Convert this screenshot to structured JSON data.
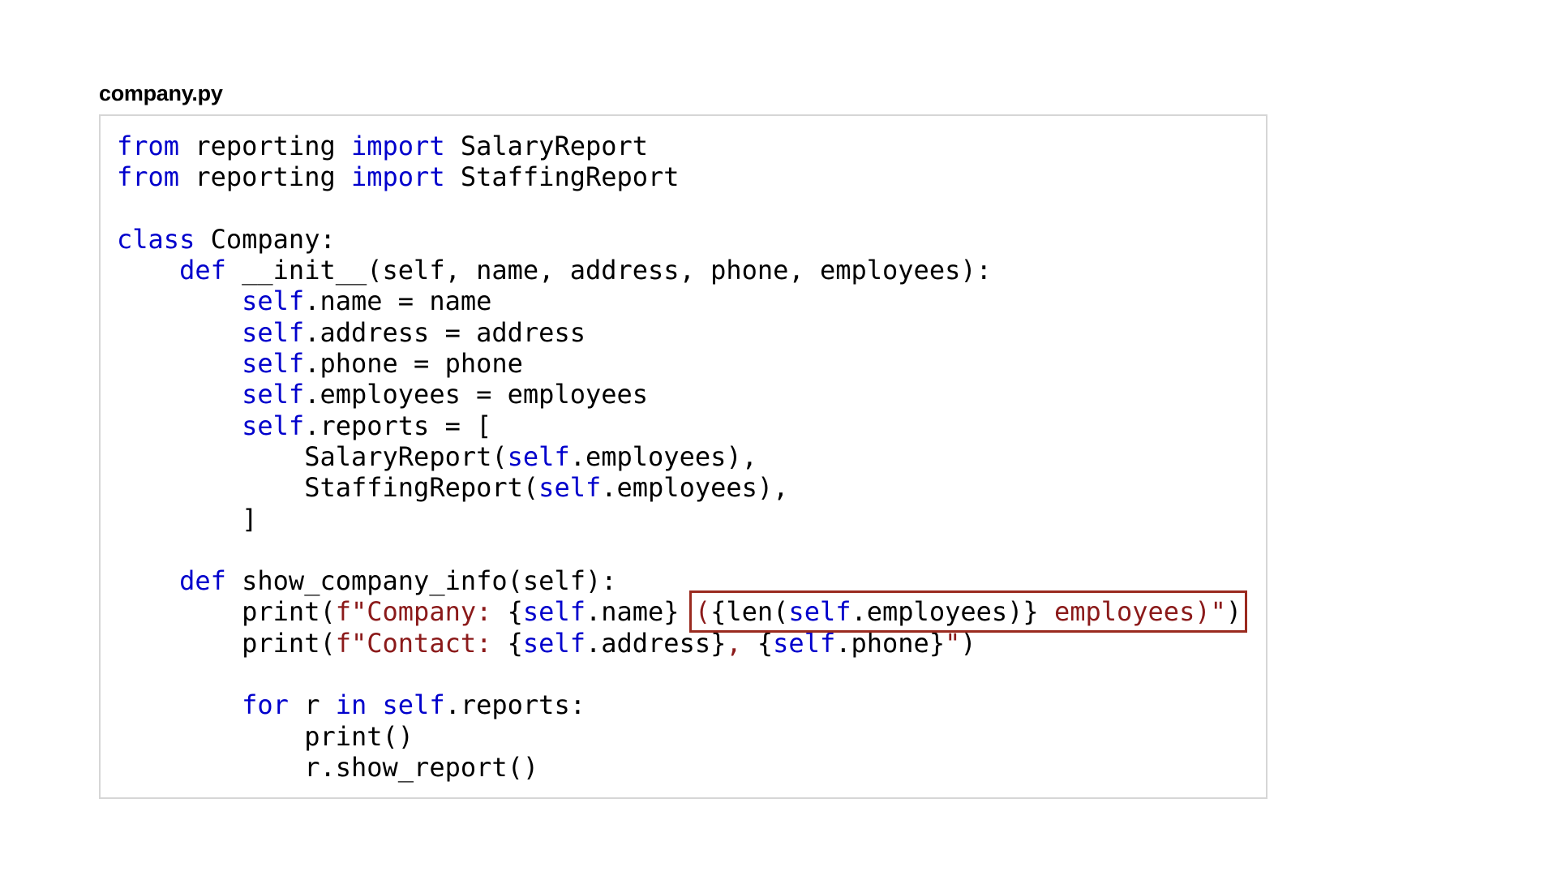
{
  "file": {
    "title": "company.py"
  },
  "colors": {
    "keyword": "#0000cc",
    "string": "#8b1a1a",
    "highlight_border": "#9a2a1f",
    "box_border": "#d6d6d6"
  },
  "code": {
    "l1": {
      "kw1": "from",
      "t1": " reporting ",
      "kw2": "import",
      "t2": " SalaryReport"
    },
    "l2": {
      "kw1": "from",
      "t1": " reporting ",
      "kw2": "import",
      "t2": " StaffingReport"
    },
    "l4": {
      "kw1": "class",
      "t1": " Company:"
    },
    "l5": {
      "indent": "    ",
      "kw1": "def",
      "t1": " __init__(self, name, address, phone, employees):"
    },
    "l6": {
      "indent": "        ",
      "kw1": "self",
      "t1": ".name = name"
    },
    "l7": {
      "indent": "        ",
      "kw1": "self",
      "t1": ".address = address"
    },
    "l8": {
      "indent": "        ",
      "kw1": "self",
      "t1": ".phone = phone"
    },
    "l9": {
      "indent": "        ",
      "kw1": "self",
      "t1": ".employees = employees"
    },
    "l10": {
      "indent": "        ",
      "kw1": "self",
      "t1": ".reports = ["
    },
    "l11": {
      "indent": "            ",
      "t1": "SalaryReport(",
      "kw1": "self",
      "t2": ".employees),"
    },
    "l12": {
      "indent": "            ",
      "t1": "StaffingReport(",
      "kw1": "self",
      "t2": ".employees),"
    },
    "l13": {
      "indent": "        ",
      "t1": "]"
    },
    "l15": {
      "indent": "    ",
      "kw1": "def",
      "t1": " show_company_info(self):"
    },
    "l16": {
      "indent": "        ",
      "t1": "print(",
      "s1": "f\"Company: ",
      "t2": "{",
      "kw1": "self",
      "t3": ".name}",
      "t4": " ",
      "s2": "(",
      "t5": "{len(",
      "kw2": "self",
      "t6": ".employees)}",
      "s3": " employees)\"",
      "t7": ")"
    },
    "l17": {
      "indent": "        ",
      "t1": "print(",
      "s1": "f\"Contact: ",
      "t2": "{",
      "kw1": "self",
      "t3": ".address}",
      "s2": ", ",
      "t4": "{",
      "kw2": "self",
      "t5": ".phone}",
      "s3": "\"",
      "t6": ")"
    },
    "l19": {
      "indent": "        ",
      "kw1": "for",
      "t1": " r ",
      "kw2": "in",
      "t2": " ",
      "kw3": "self",
      "t3": ".reports:"
    },
    "l20": {
      "indent": "            ",
      "t1": "print()"
    },
    "l21": {
      "indent": "            ",
      "t1": "r.show_report()"
    }
  }
}
